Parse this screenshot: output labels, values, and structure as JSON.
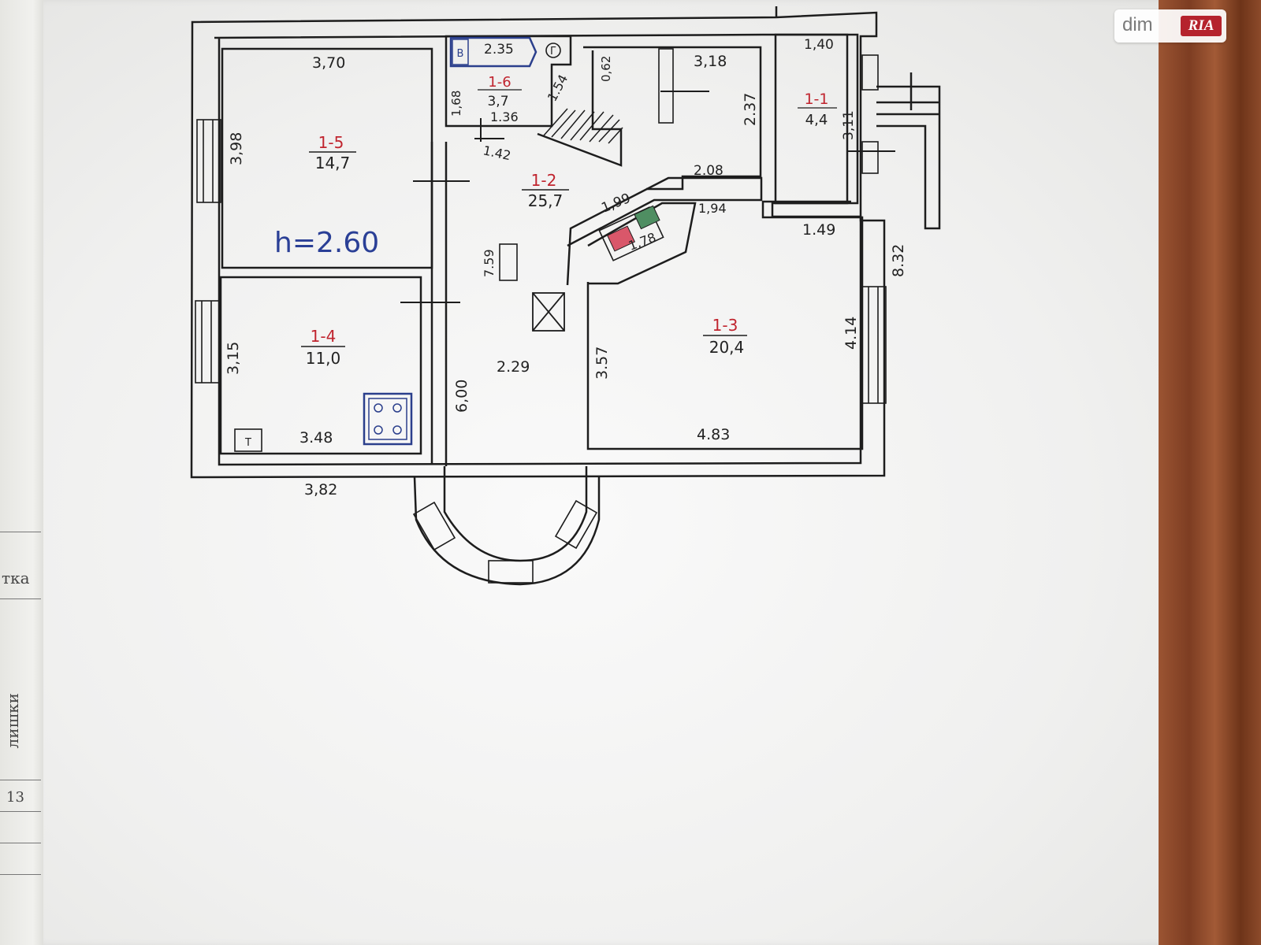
{
  "watermark": {
    "brand_left": "dim",
    "brand_right": "RIA"
  },
  "side_sheet": {
    "frag_1": "тка",
    "frag_2": "лишки",
    "frag_3": "13"
  },
  "ceiling_height": "h=2.60",
  "rooms": {
    "r5": {
      "id": "1-5",
      "area": "14,7"
    },
    "r4": {
      "id": "1-4",
      "area": "11,0"
    },
    "r6": {
      "id": "1-6",
      "area": "3,7"
    },
    "r2": {
      "id": "1-2",
      "area": "25,7"
    },
    "r3": {
      "id": "1-3",
      "area": "20,4"
    },
    "r1": {
      "id": "1-1",
      "area": "4,4"
    }
  },
  "dimensions": {
    "d_370": "3,70",
    "d_398": "3,98",
    "d_315": "3,15",
    "d_348": "3.48",
    "d_382": "3,82",
    "d_235": "2.35",
    "d_168": "1,68",
    "d_136": "1.36",
    "d_154": "1.54",
    "d_142": "1.42",
    "d_062": "0,62",
    "d_318": "3,18",
    "d_237": "2.37",
    "d_140": "1,40",
    "d_311": "3,11",
    "d_208": "2.08",
    "d_199": "1,99",
    "d_194": "1,94",
    "d_178": "1,78",
    "d_149": "1.49",
    "d_759": "7.59",
    "d_600": "6,00",
    "d_229": "2.29",
    "d_357": "3.57",
    "d_414": "4.14",
    "d_483": "4.83",
    "d_832": "8.32"
  },
  "symbols": {
    "gas": "Г",
    "toilet": "Т",
    "bath": "В"
  }
}
